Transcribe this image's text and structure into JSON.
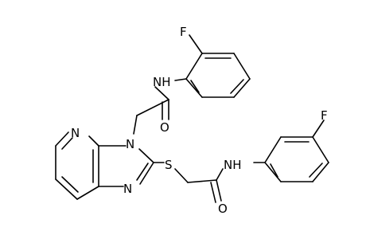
{
  "molecule": {
    "atom_labels": {
      "f_top": "F",
      "nh_top": "NH",
      "o_top": "O",
      "n_pyridine": "N",
      "n3_imidazole": "N",
      "n1_imidazole": "N",
      "s_thioether": "S",
      "nh_bottom": "NH",
      "o_bottom": "O",
      "f_right": "F"
    }
  },
  "colors": {
    "ink": "#000000",
    "background": "#ffffff"
  }
}
